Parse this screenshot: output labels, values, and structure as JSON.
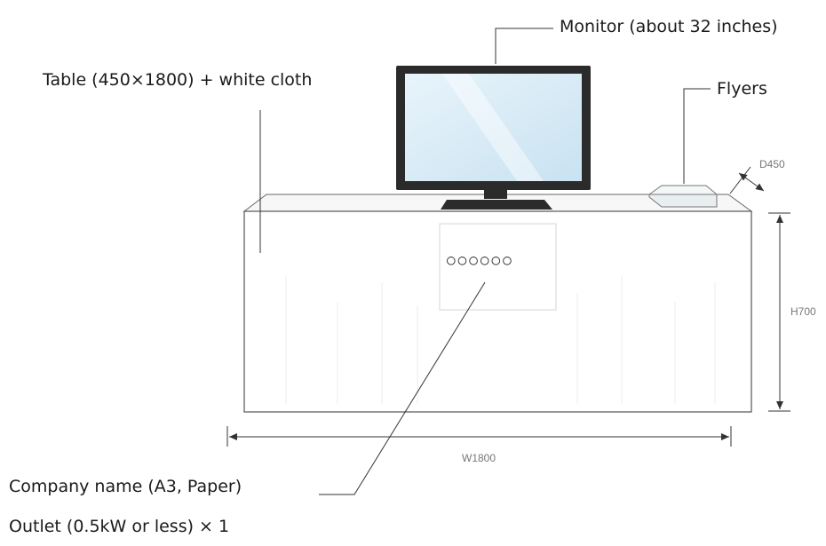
{
  "labels": {
    "monitor": "Monitor (about 32 inches)",
    "table": "Table (450×1800) + white cloth",
    "flyers": "Flyers",
    "company_name": "Company name (A3, Paper)",
    "outlet": "Outlet (0.5kW or less) × 1"
  },
  "dimensions": {
    "depth": "D450",
    "height": "H700",
    "width": "W1800"
  },
  "sign_text": "○○○○○○",
  "colors": {
    "outline": "#555555",
    "leader_line": "#333333",
    "cloth": "#ffffff",
    "monitor_frame": "#2b2b2b",
    "monitor_screen": "#dceef8"
  }
}
